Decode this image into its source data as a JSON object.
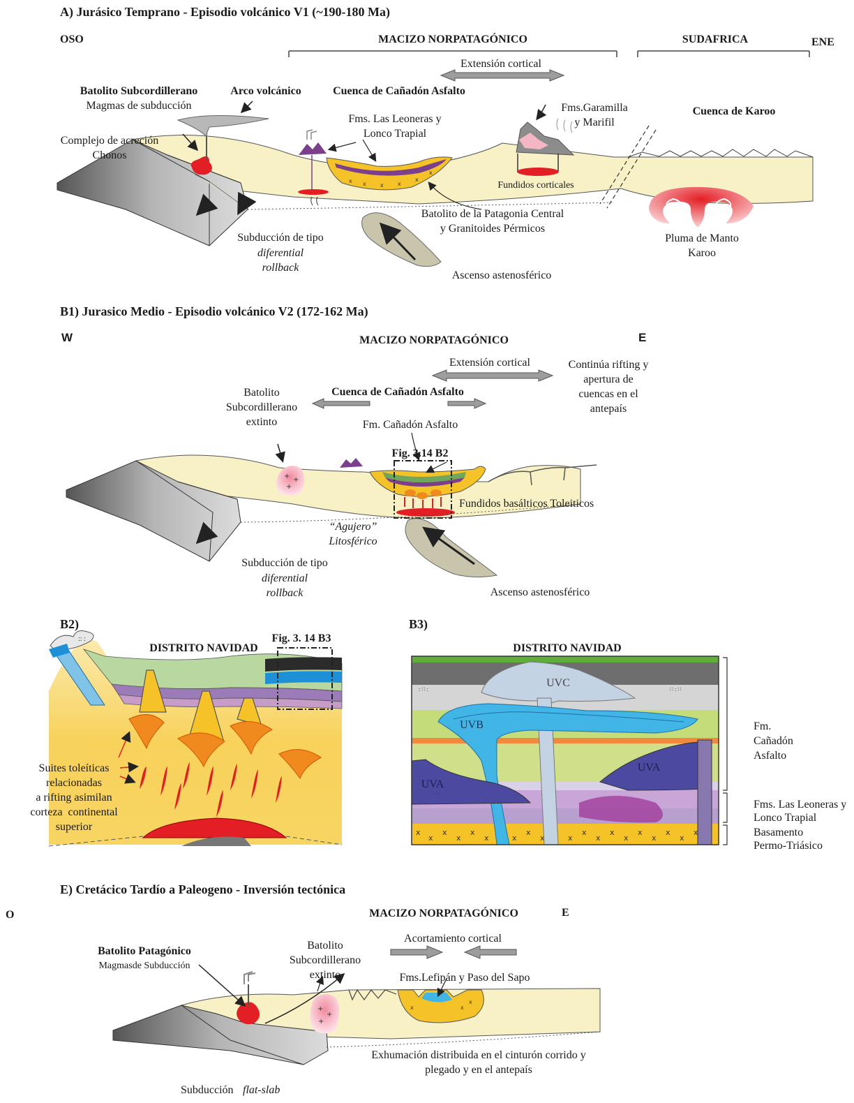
{
  "panel_a": {
    "title": "A) Jurásico Temprano - Episodio volcánico V1 (~190-180 Ma)",
    "west": "OSO",
    "east": "ENE",
    "region_1": "MACIZO NORPATAGÓNICO",
    "region_2": "SUDAFRICA",
    "extension": "Extensión cortical",
    "batolito_title": "Batolito Subcordillerano",
    "batolito_sub": "Magmas de subducción",
    "arco": "Arco volcánico",
    "cuenca": "Cuenca de Cañadón Asfalto",
    "complejo": "Complejo de acreción\nChonos",
    "fms_leoneras": "Fms. Las Leoneras y\nLonco Trapial",
    "fms_garamilla": "Fms.Garamilla\ny Marifil",
    "karoo_basin": "Cuenca de Karoo",
    "fundidos": "Fundidos corticales",
    "batolito_patagonia": "Batolito de la Patagonia Central\ny Granitoides Pérmicos",
    "subduccion": "Subducción de tipo",
    "subduccion_it": "diferential\nrollback",
    "ascenso": "Ascenso astenosférico",
    "pluma": "Pluma de Manto\nKaroo"
  },
  "panel_b1": {
    "title": "B1) Jurasico Medio - Episodio volcánico V2 (172-162 Ma)",
    "west": "W",
    "east": "E",
    "region": "MACIZO NORPATAGÓNICO",
    "extension": "Extensión cortical",
    "rifting": "Continúa rifting y\napertura de\ncuencas en el\nantepaís",
    "batolito": "Batolito\nSubcordillerano\nextinto",
    "cuenca": "Cuenca de Cañadón Asfalto",
    "fm": "Fm. Cañadón Asfalto",
    "fig_ref": "Fig. 3.14 B2",
    "fundidos": "Fundidos basálticos Toleiticos",
    "agujero": "“Agujero”\nLitosférico",
    "subduccion": "Subducción de tipo",
    "subduccion_it": "diferential\nrollback",
    "ascenso": "Ascenso astenosférico"
  },
  "panel_b2": {
    "title": "B2)",
    "heading": "DISTRITO NAVIDAD",
    "fig_ref": "Fig. 3. 14 B3",
    "suites": "Suites toleíticas\nrelacionadas\na rifting asimilan\ncorteza  continental\nsuperior"
  },
  "panel_b3": {
    "title": "B3)",
    "heading": "DISTRITO NAVIDAD",
    "uvc": "UVC",
    "uvb": "UVB",
    "uva_left": "UVA",
    "uva_right": "UVA",
    "fm": "Fm.\nCañadón\nAsfalto",
    "fms": "Fms. Las Leoneras y\nLonco Trapial",
    "basamento": "Basamento\nPermo-Triásico"
  },
  "panel_e": {
    "title": "E) Cretácico Tardío a Paleogeno - Inversión tectónica",
    "west": "O",
    "east": "E",
    "region": "MACIZO NORPATAGÓNICO",
    "batolito_pat": "Batolito Patagónico",
    "magmas": "Magmasde Subducción",
    "batolito_sub": "Batolito\nSubcordillerano\nextinto",
    "acortamiento": "Acortamiento cortical",
    "fms": "Fms.Lefipán y Paso del Sapo",
    "exhumacion": "Exhumación distribuida en el cinturón corrido y\nplegado y en el antepaís",
    "subduccion": "Subducción",
    "subduccion_it": "flat-slab"
  },
  "colors": {
    "crust": "#f8f1c6",
    "slab": "#9a9a9a",
    "magma": "#e31e24",
    "basin_fill": "#f5c228",
    "volcanic": "#7b3f8c",
    "asthenosphere": "#c9c5ad",
    "arrow_gray": "#9d9d9d"
  }
}
